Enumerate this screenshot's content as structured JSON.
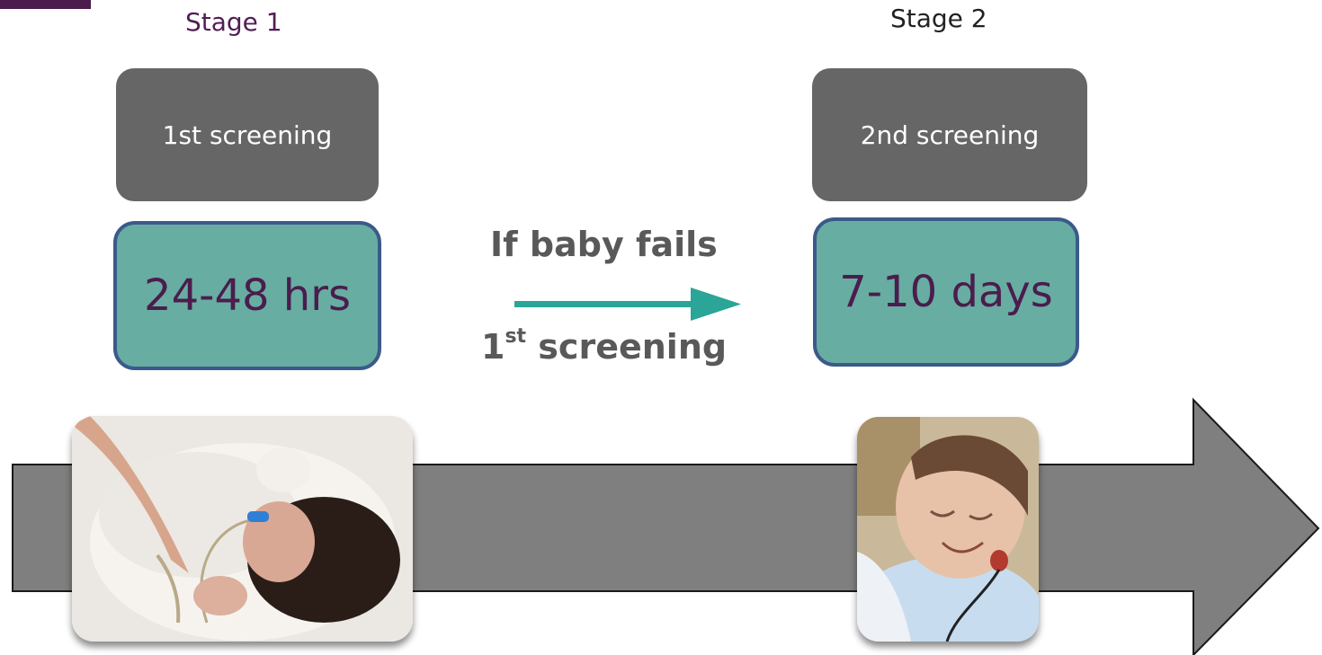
{
  "stages": [
    {
      "label": "Stage 1",
      "screening": "1st screening",
      "time": "24-48 hrs"
    },
    {
      "label": "Stage 2",
      "screening": "2nd screening",
      "time": "7-10 days"
    }
  ],
  "transition": {
    "line1": "If baby fails",
    "line2_prefix": "1",
    "line2_sup": "st",
    "line2_suffix": " screening"
  },
  "colors": {
    "screen_box": "#666666",
    "time_box": "#68ada2",
    "time_box_border": "#3b5a8a",
    "arrow": "#2aa597",
    "timeline": "#7f7f7f",
    "stage1_label": "#521d56"
  },
  "images": [
    {
      "icon": "baby-hearing-test-photo-1"
    },
    {
      "icon": "baby-hearing-test-photo-2"
    }
  ]
}
